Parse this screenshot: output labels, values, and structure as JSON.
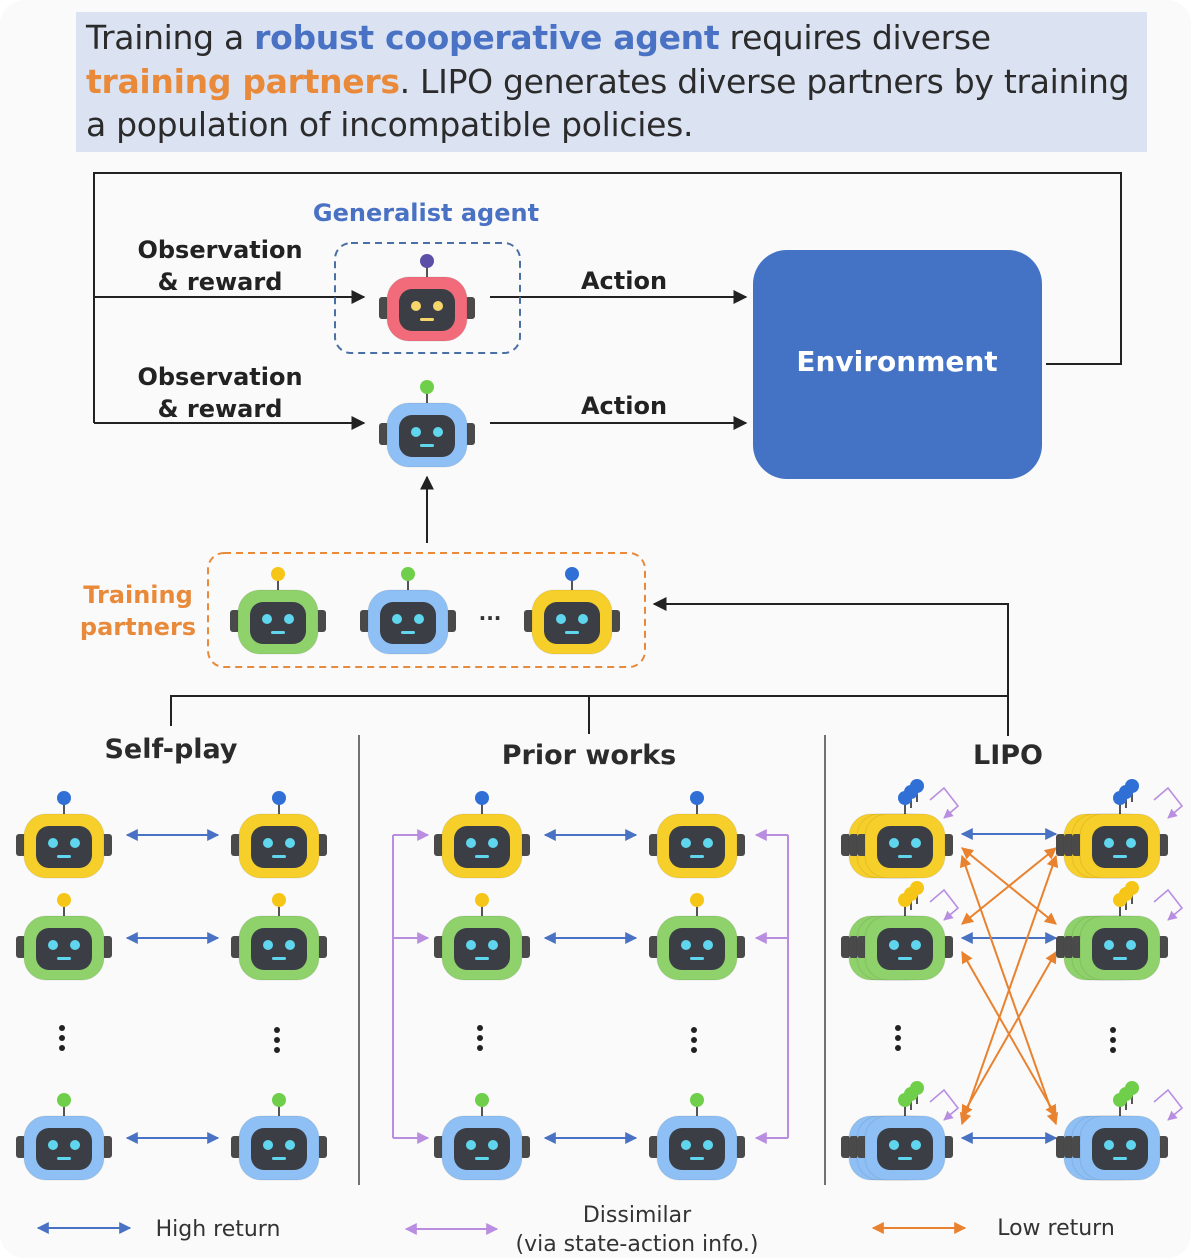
{
  "caption": {
    "part1": "Training a ",
    "highlight1": "robust cooperative agent",
    "part2": " requires diverse ",
    "highlight2": "training partners",
    "part3": ". LIPO generates diverse partners by training a population of incompatible policies."
  },
  "top": {
    "generalist_label": "Generalist agent",
    "obs_line1": "Observation",
    "obs_line2": "& reward",
    "action": "Action",
    "environment": "Environment"
  },
  "partners": {
    "label_line1": "Training",
    "label_line2": "partners",
    "ellipsis": "..."
  },
  "sections": {
    "selfplay": "Self-play",
    "prior": "Prior works",
    "lipo": "LIPO"
  },
  "legend": {
    "high": "High return",
    "dissimilar_line1": "Dissimilar",
    "dissimilar_line2": "(via state-action info.)",
    "low": "Low return"
  },
  "colors": {
    "blue_arrow": "#4a72c4",
    "purple_arrow": "#b98ee0",
    "orange_arrow": "#e9822f",
    "environment": "#4472c4",
    "caption_bg": "#dbe3f3",
    "robot_yellow": "#f7cf2b",
    "robot_green": "#8fd16a",
    "robot_blue": "#8ec0f5",
    "robot_red": "#f26b7a"
  },
  "icons": {
    "robot": "robot-icon",
    "ellipsis": "vertical-ellipsis-icon",
    "self_loop": "self-loop-icon"
  }
}
